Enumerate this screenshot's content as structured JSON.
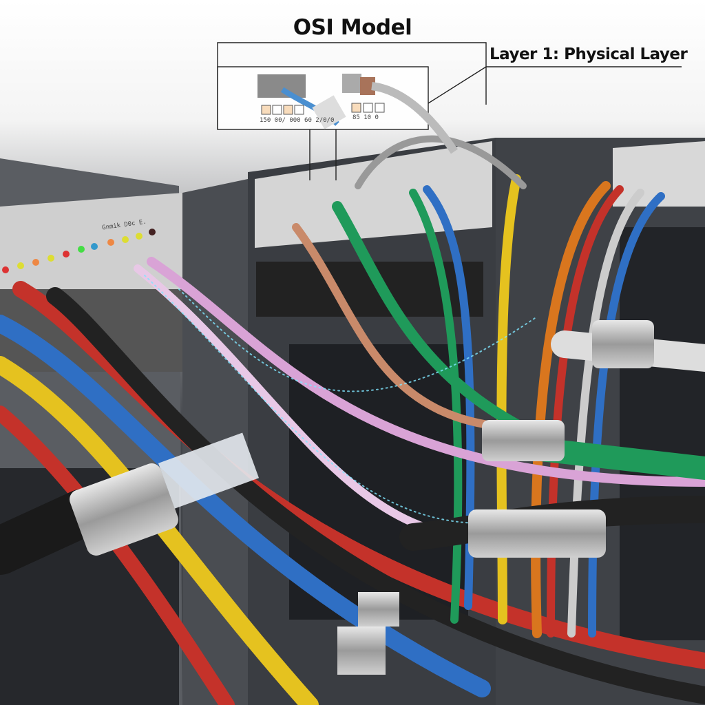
{
  "title": "OSI Model",
  "callout": {
    "label": "Layer 1: Physical Layer"
  },
  "inset": {
    "left_codes": "150 00/ 000 60 2/0/0",
    "right_codes": "85  10  0"
  },
  "panel_text": "Gnmik D0c E.",
  "colors": {
    "background_top": "#ffffff",
    "rack": "#3a3d42",
    "cable_blue": "#2f6fc4",
    "cable_red": "#c4322a",
    "cable_yellow": "#e5c21f",
    "cable_green": "#1f9a5a",
    "cable_orange": "#d9761e",
    "cable_pink": "#d9a3d6",
    "data_glow": "#7fe6ff"
  }
}
